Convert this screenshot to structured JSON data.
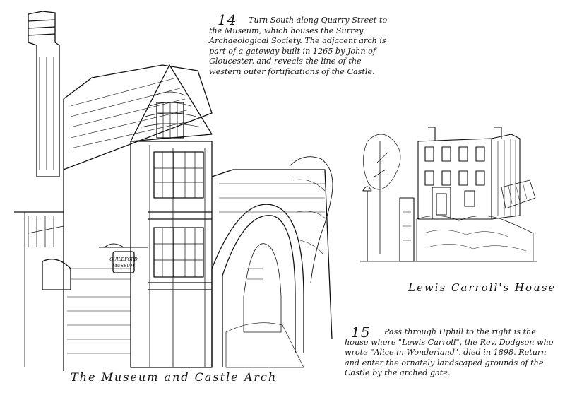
{
  "sections": [
    {
      "number": "14",
      "text": "Turn South along Quarry Street to the Museum, which houses the Surrey Archaeological Society. The adjacent arch is part of a gateway built in 1265 by John of Gloucester, and reveals the line of the western outer fortifications of the Castle."
    },
    {
      "number": "15",
      "text": "Pass through Uphill to the right is the house where \"Lewis Carroll\", the Rev. Dodgson who wrote \"Alice in Wonderland\", died in 1898. Return and enter the ornately landscaped grounds of the Castle by the arched gate."
    }
  ],
  "captions": {
    "museum": "The Museum and Castle Arch",
    "house": "Lewis Carroll's House"
  },
  "sign": {
    "line1": "GUILDFORD",
    "line2": "MUSEUM"
  },
  "colors": {
    "ink": "#111111",
    "paper": "#ffffff"
  }
}
